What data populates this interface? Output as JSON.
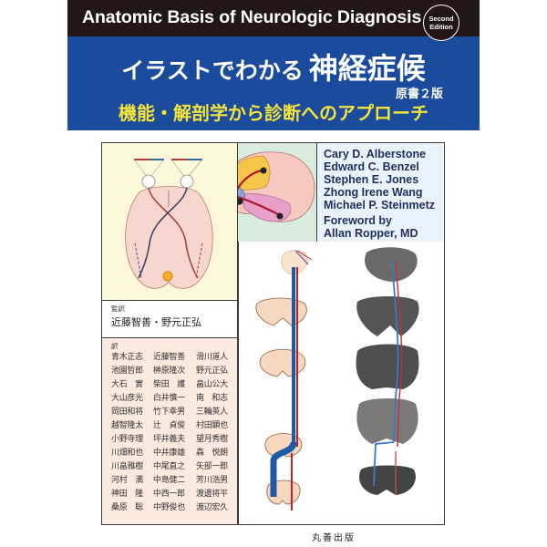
{
  "cover": {
    "english_title": "Anatomic Basis of Neurologic Diagnosis",
    "edition_badge": [
      "Second",
      "Edition"
    ],
    "japanese_title_lead": "イラストでわかる",
    "japanese_title_main": "神経症候",
    "japanese_edition": "原書２版",
    "japanese_subtitle": "機能・解剖学から診断へのアプローチ",
    "authors": [
      "Cary D. Alberstone",
      "Edward C. Benzel",
      "Stephen E. Jones",
      "Zhong Irene Wang",
      "Michael P. Steinmetz"
    ],
    "foreword_label": "Foreword by",
    "foreword_author": "Allan Ropper, MD",
    "supervisors_label": "監訳",
    "supervisors": "近藤智善・野元正弘",
    "translators_label": "訳",
    "translators": [
      "青木正志",
      "近藤智善",
      "滑川道人",
      "池園哲郎",
      "榊原隆次",
      "野元正弘",
      "大石　實",
      "柴田　護",
      "畠山公大",
      "大山彦光",
      "白井慎一",
      "南　和志",
      "岡田和将",
      "竹下幸男",
      "三輪英人",
      "越智隆太",
      "辻　貞俊",
      "村田顕也",
      "小野寺理",
      "坪井義夫",
      "望月秀樹",
      "川畑和也",
      "中井康雄",
      "森　悦朗",
      "川畠雅樹",
      "中尾直之",
      "矢部一郎",
      "河村　満",
      "中島健二",
      "芳川浩男",
      "神田　隆",
      "中西一郎",
      "渡邊将平",
      "桑原　聡",
      "中野俊也",
      "渡辺宏久"
    ],
    "publisher": "丸善出版"
  },
  "colors": {
    "top_band": "#221714",
    "blue_band": "#1a4b9c",
    "subtitle_yellow": "#f4e43a",
    "author_text": "#1e2f5e",
    "visual_panel_bg": "#fdf7d9",
    "brain_panel_bg": "#d8ebdc",
    "authors_panel_bg": "#e9f3fb",
    "translators_panel_bg": "#fbeae0"
  },
  "illustrations": {
    "visual_pathway": "visual-pathway-diagram",
    "brain_lateral": "lateral-brain-diagram",
    "corticospinal": "corticospinal-tract-diagram",
    "mri_sections": "mri-section-series"
  }
}
